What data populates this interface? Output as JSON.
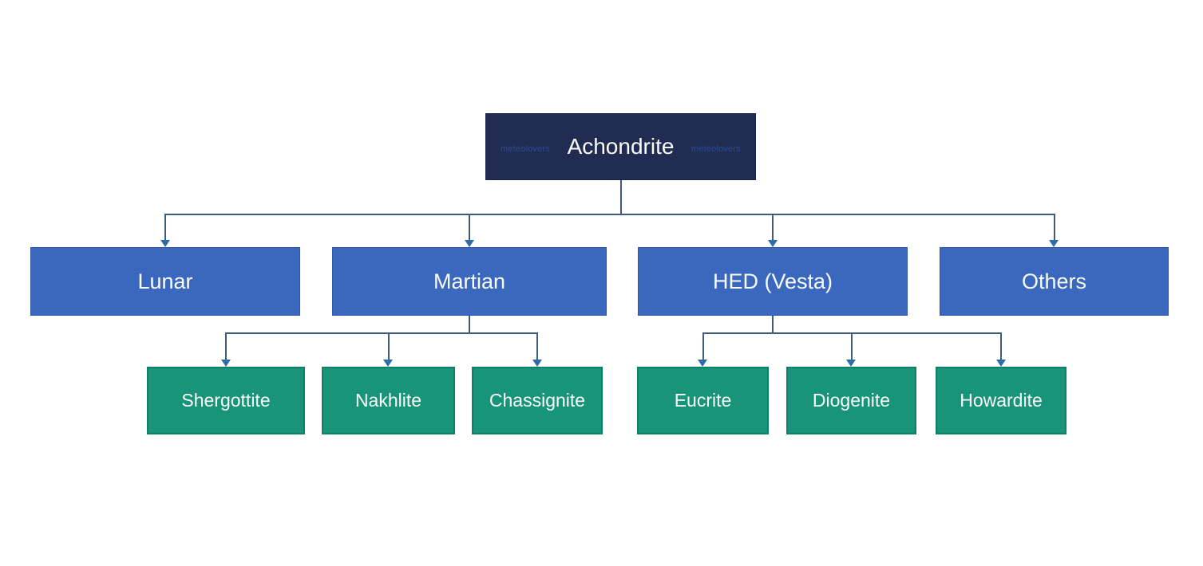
{
  "diagram": {
    "root": {
      "label": "Achondrite"
    },
    "watermark_left": "meteolovers",
    "watermark_right": "meteolovers",
    "level2": [
      {
        "label": "Lunar"
      },
      {
        "label": "Martian"
      },
      {
        "label": "HED (Vesta)"
      },
      {
        "label": "Others"
      }
    ],
    "level3_martian": [
      {
        "label": "Shergottite"
      },
      {
        "label": "Nakhlite"
      },
      {
        "label": "Chassignite"
      }
    ],
    "level3_hed": [
      {
        "label": "Eucrite"
      },
      {
        "label": "Diogenite"
      },
      {
        "label": "Howardite"
      }
    ],
    "colors": {
      "background": "#FFFFFF",
      "root_fill": "#202C52",
      "branch_fill": "#3A68BE",
      "leaf_fill": "#189478",
      "line": "#3E5C77",
      "arrow": "#2E6BA8",
      "text": "#FCFCFC",
      "watermark": "#2C4F9E"
    }
  }
}
